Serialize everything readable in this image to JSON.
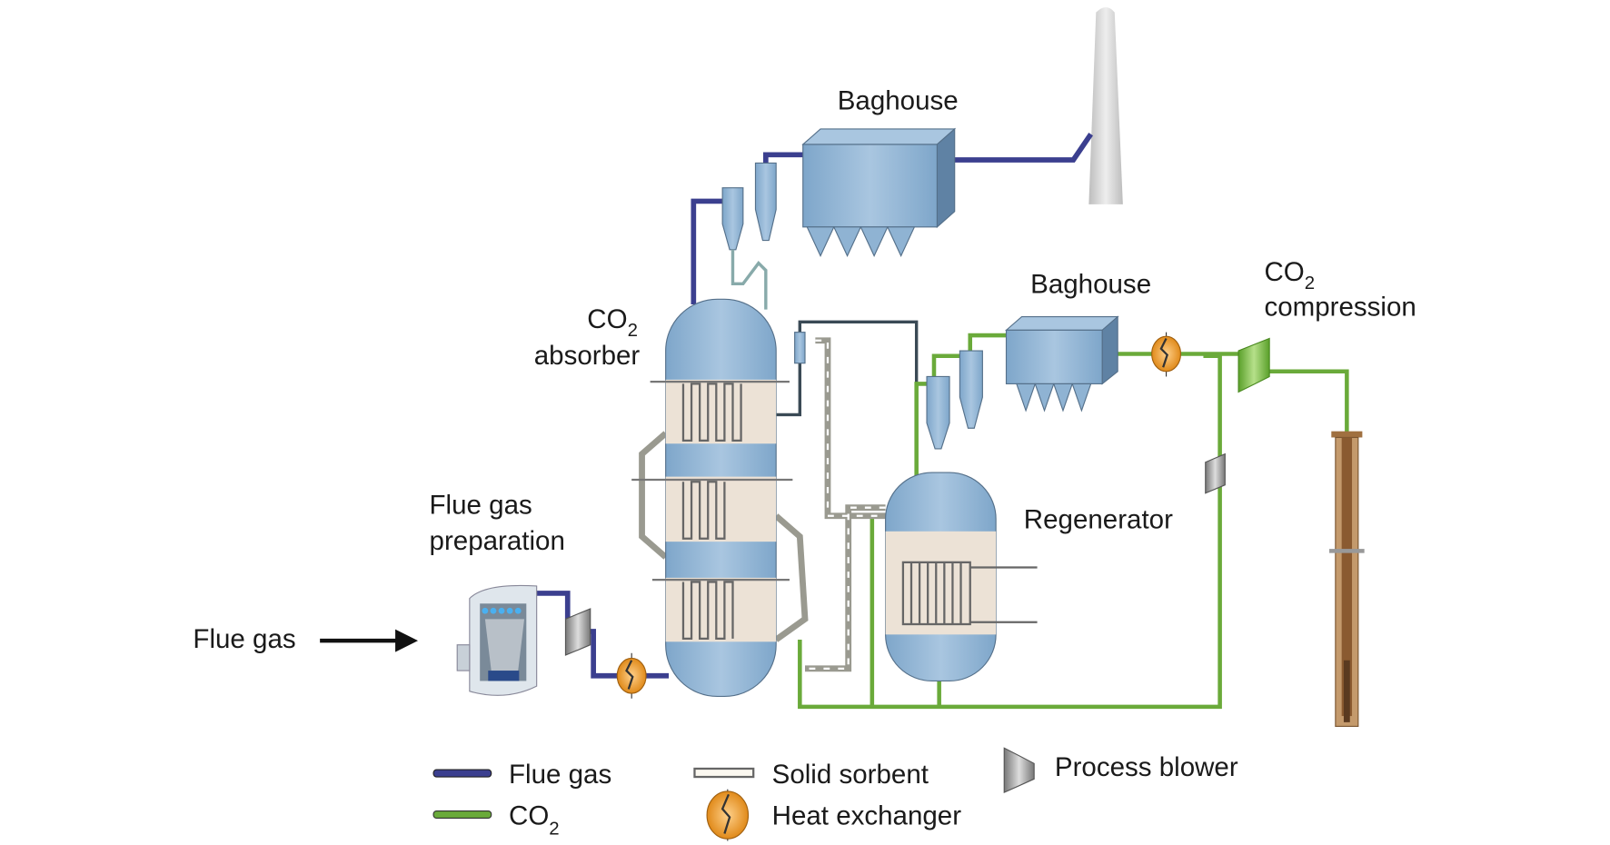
{
  "labels": {
    "baghouse_top": "Baghouse",
    "baghouse_right": "Baghouse",
    "co2_compression_co": "CO",
    "co2_compression_sub": "2",
    "co2_compression_word": "compression",
    "absorber_co": "CO",
    "absorber_sub": "2",
    "absorber_word": "absorber",
    "regenerator": "Regenerator",
    "flue_gas_prep_line1": "Flue gas",
    "flue_gas_prep_line2": "preparation",
    "flue_gas_input": "Flue gas"
  },
  "legend": {
    "flue_gas": "Flue gas",
    "co2": "CO",
    "co2_sub": "2",
    "solid_sorbent": "Solid sorbent",
    "heat_exchanger": "Heat exchanger",
    "process_blower": "Process blower"
  },
  "colors": {
    "flue_gas_pipe": "#3b3f8f",
    "co2_pipe": "#6aaa3a",
    "vessel_blue": "#8fb3d3",
    "sorbent_bed": "#ece2d6",
    "heat_exchanger": "#f0a030",
    "chimney": "#d0d0d0"
  }
}
